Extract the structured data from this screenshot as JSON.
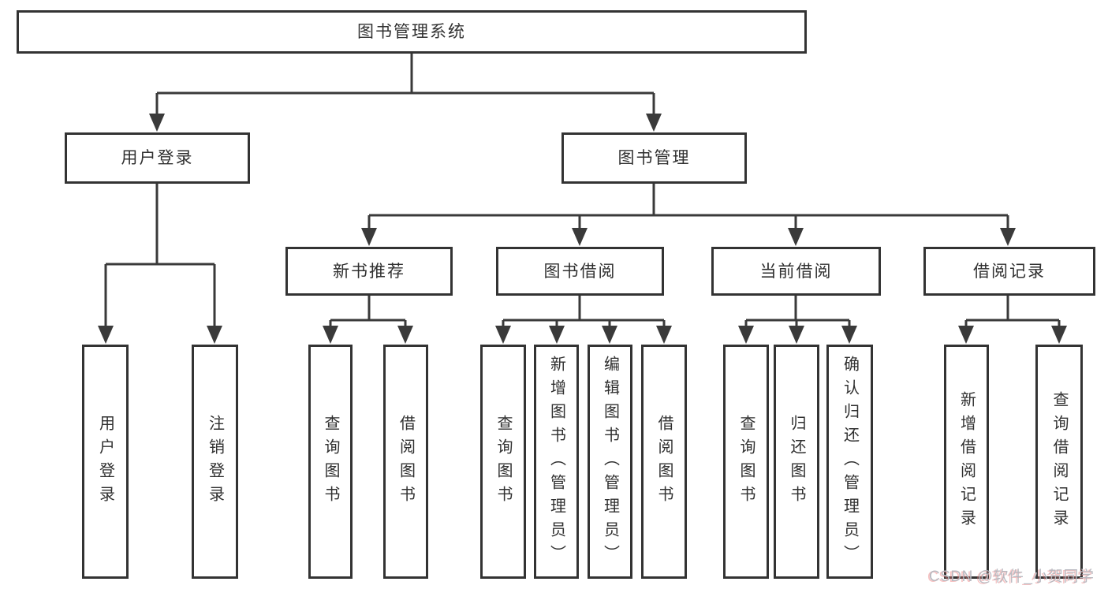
{
  "tree": {
    "label": "图书管理系统",
    "children": [
      {
        "label": "用户登录",
        "children": [
          {
            "label": "用户登录"
          },
          {
            "label": "注销登录"
          }
        ]
      },
      {
        "label": "图书管理",
        "children": [
          {
            "label": "新书推荐",
            "children": [
              {
                "label": "查询图书"
              },
              {
                "label": "借阅图书"
              }
            ]
          },
          {
            "label": "图书借阅",
            "children": [
              {
                "label": "查询图书"
              },
              {
                "label": "新增图书（管理员）"
              },
              {
                "label": "编辑图书（管理员）"
              },
              {
                "label": "借阅图书"
              }
            ]
          },
          {
            "label": "当前借阅",
            "children": [
              {
                "label": "查询图书"
              },
              {
                "label": "归还图书"
              },
              {
                "label": "确认归还（管理员）"
              }
            ]
          },
          {
            "label": "借阅记录",
            "children": [
              {
                "label": "新增借阅记录"
              },
              {
                "label": "查询借阅记录"
              }
            ]
          }
        ]
      }
    ]
  },
  "watermark": {
    "text": "CSDN @软件_小贺同学"
  },
  "colors": {
    "line": "#3a3a3a",
    "border": "#333333",
    "text": "#303030",
    "wm": "#b9b9c0",
    "bg": "#ffffff"
  }
}
